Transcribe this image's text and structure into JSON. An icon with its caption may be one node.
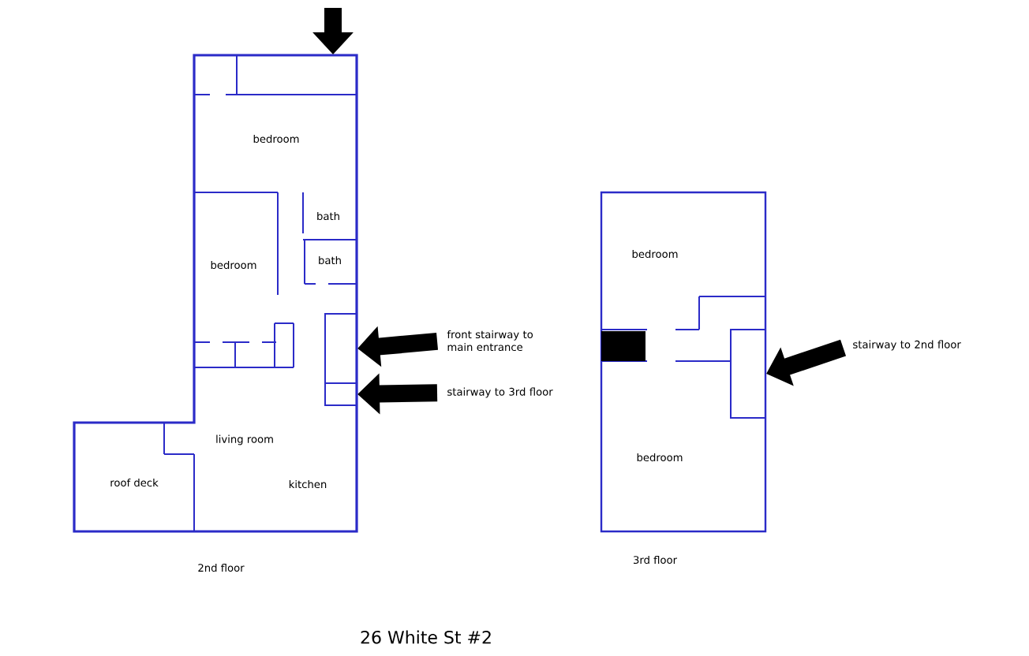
{
  "diagram": {
    "title": "26 White St #2",
    "nodes": [
      {
        "text": [],
        "shape": "box"
      },
      {
        "text": [],
        "shape": "box"
      },
      {
        "text": [],
        "shape": "box"
      },
      {
        "text": [
          "front stairway to main entrance"
        ]
      },
      {
        "text": [
          "stairway to 3rd floor"
        ]
      },
      {
        "text": [],
        "shape": "box"
      },
      {
        "text": [
          "stairway to 2nd floor"
        ]
      }
    ],
    "edges": [
      {
        "from": null,
        "to": 0,
        "arrow": "to"
      },
      {
        "from": 3,
        "to": 1,
        "arrow": "to"
      },
      {
        "from": 4,
        "to": 2,
        "arrow": "to"
      },
      {
        "from": 6,
        "to": 5,
        "arrow": "to"
      }
    ],
    "labels": [
      "bedroom",
      "bath",
      "bath",
      "bedroom",
      "living room",
      "roof deck",
      "kitchen",
      "2nd floor",
      "bedroom",
      "bedroom",
      "3rd floor"
    ]
  }
}
